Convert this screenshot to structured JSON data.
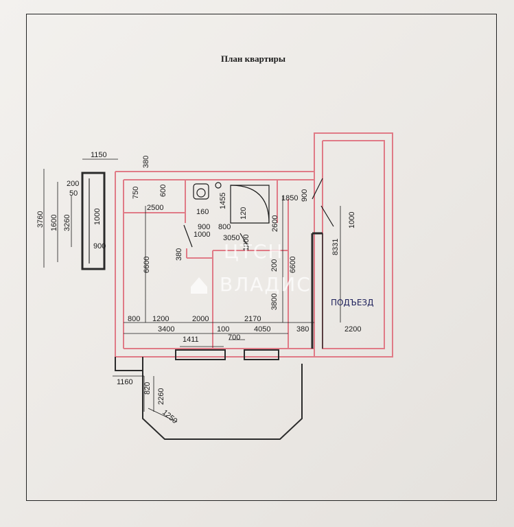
{
  "title": "План квартиры",
  "labels": {
    "porch": "ПОДЪЕЗД"
  },
  "watermark": {
    "line1": "ЦТСН",
    "line2": "ВЛАДИС"
  },
  "dimensions": {
    "d1150": "1150",
    "d380_top": "380",
    "d200": "200",
    "d50": "50",
    "d3760": "3760",
    "d1600": "1600",
    "d3260": "3260",
    "d1000_left": "1000",
    "d900_left": "900",
    "d750": "750",
    "d600": "600",
    "d2500": "2500",
    "d160": "160",
    "d1455": "1455",
    "d120": "120",
    "d1850": "1850",
    "d900_right": "900",
    "d1000_right": "1000",
    "d2600": "2600",
    "d900_mid": "900",
    "d800_mid": "800",
    "d1000_mid": "1000",
    "d3050": "3050",
    "d1000_vert": "1000",
    "d8331": "8331",
    "d6600_left": "6600",
    "d380_mid": "380",
    "d200_mid": "200",
    "d6600_right": "6600",
    "d3800": "3800",
    "d800_bottom": "800",
    "d1200": "1200",
    "d2000": "2000",
    "d2170": "2170",
    "d3400": "3400",
    "d100": "100",
    "d4050": "4050",
    "d380_bottom": "380",
    "d2200": "2200",
    "d1411": "1411",
    "d700": "700",
    "d1160": "1160",
    "d820": "820",
    "d2260": "2260",
    "d1250": "1250"
  },
  "colors": {
    "wall_red": "#e07a86",
    "ink": "#1a1a1a",
    "wall_black": "#2a2a2a"
  }
}
